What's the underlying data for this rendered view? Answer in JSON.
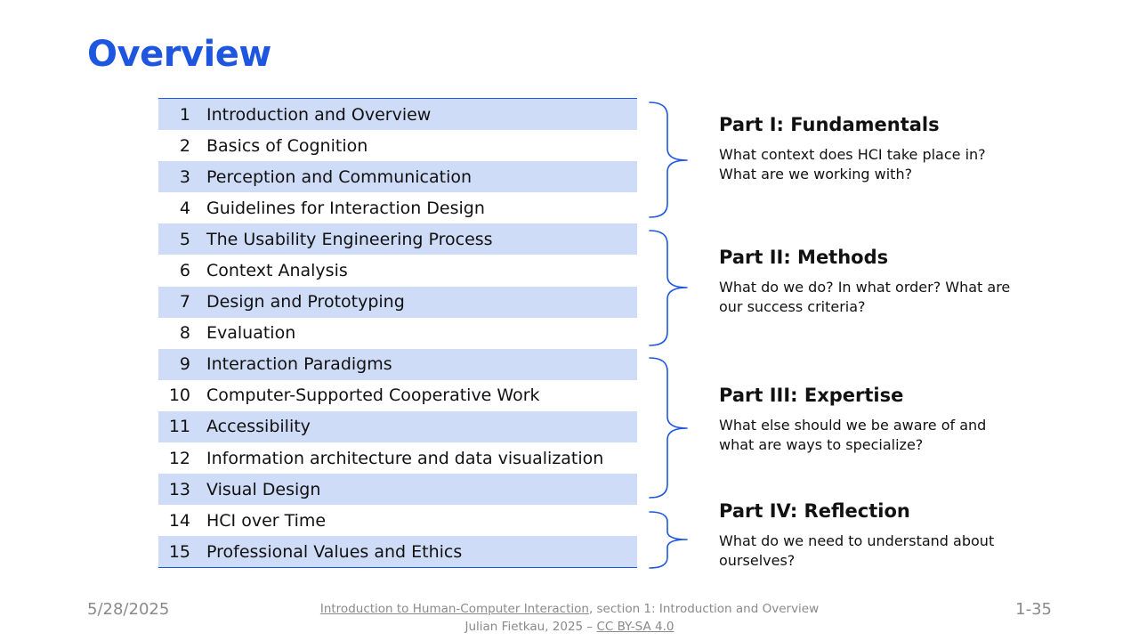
{
  "title": "Overview",
  "toc": [
    {
      "num": "1",
      "label": "Introduction and Overview"
    },
    {
      "num": "2",
      "label": "Basics of Cognition"
    },
    {
      "num": "3",
      "label": "Perception and Communication"
    },
    {
      "num": "4",
      "label": "Guidelines for Interaction Design"
    },
    {
      "num": "5",
      "label": "The Usability Engineering Process"
    },
    {
      "num": "6",
      "label": "Context Analysis"
    },
    {
      "num": "7",
      "label": "Design and Prototyping"
    },
    {
      "num": "8",
      "label": "Evaluation"
    },
    {
      "num": "9",
      "label": "Interaction Paradigms"
    },
    {
      "num": "10",
      "label": "Computer-Supported Cooperative Work"
    },
    {
      "num": "11",
      "label": "Accessibility"
    },
    {
      "num": "12",
      "label": "Information architecture and data visualization"
    },
    {
      "num": "13",
      "label": "Visual Design"
    },
    {
      "num": "14",
      "label": "HCI over Time"
    },
    {
      "num": "15",
      "label": "Professional Values and Ethics"
    }
  ],
  "parts": [
    {
      "title": "Part I: Fundamentals",
      "desc": "What context does HCI take place in? What are we working with?"
    },
    {
      "title": "Part II: Methods",
      "desc": "What do we do? In what order? What are our success criteria?"
    },
    {
      "title": "Part III: Expertise",
      "desc": "What else should we be aware of and what are ways to specialize?"
    },
    {
      "title": "Part IV: Reflection",
      "desc": "What do we need to understand about ourselves?"
    }
  ],
  "footer": {
    "date": "5/28/2025",
    "course_link": "Introduction to Human-Computer Interaction",
    "section_text": ", section 1: Introduction and Overview",
    "author_text": "Julian Fietkau, 2025 – ",
    "license_link": "CC BY-SA 4.0",
    "page": "1-35"
  },
  "colors": {
    "accent": "#1f56e0",
    "row_shade": "#cfdcf7",
    "footer_text": "#8a8a8a"
  }
}
